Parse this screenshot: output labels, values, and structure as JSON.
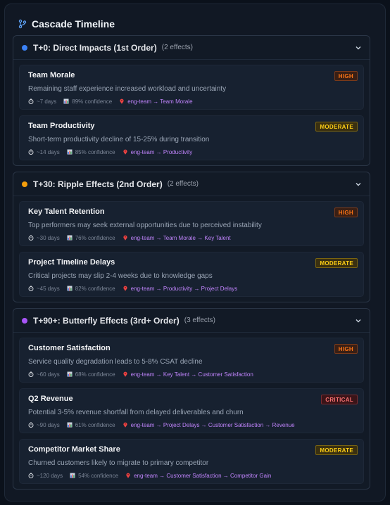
{
  "header": {
    "title": "Cascade Timeline",
    "icon": "branch-icon"
  },
  "sections": [
    {
      "title": "T+0: Direct Impacts (1st Order)",
      "count": "(2 effects)",
      "dot_color": "#3b82f6",
      "cards": [
        {
          "title": "Team Morale",
          "desc": "Remaining staff experience increased workload and uncertainty",
          "time": "~7 days",
          "confidence": "89% confidence",
          "path": "eng-team → Team Morale",
          "badge": "HIGH",
          "badge_type": "high"
        },
        {
          "title": "Team Productivity",
          "desc": "Short-term productivity decline of 15-25% during transition",
          "time": "~14 days",
          "confidence": "85% confidence",
          "path": "eng-team → Productivity",
          "badge": "MODERATE",
          "badge_type": "moderate"
        }
      ]
    },
    {
      "title": "T+30: Ripple Effects (2nd Order)",
      "count": "(2 effects)",
      "dot_color": "#f59e0b",
      "cards": [
        {
          "title": "Key Talent Retention",
          "desc": "Top performers may seek external opportunities due to perceived instability",
          "time": "~30 days",
          "confidence": "76% confidence",
          "path": "eng-team → Team Morale → Key Talent",
          "badge": "HIGH",
          "badge_type": "high"
        },
        {
          "title": "Project Timeline Delays",
          "desc": "Critical projects may slip 2-4 weeks due to knowledge gaps",
          "time": "~45 days",
          "confidence": "82% confidence",
          "path": "eng-team → Productivity → Project Delays",
          "badge": "MODERATE",
          "badge_type": "moderate"
        }
      ]
    },
    {
      "title": "T+90+: Butterfly Effects (3rd+ Order)",
      "count": "(3 effects)",
      "dot_color": "#a855f7",
      "cards": [
        {
          "title": "Customer Satisfaction",
          "desc": "Service quality degradation leads to 5-8% CSAT decline",
          "time": "~60 days",
          "confidence": "68% confidence",
          "path": "eng-team → Key Talent → Customer Satisfaction",
          "badge": "HIGH",
          "badge_type": "high"
        },
        {
          "title": "Q2 Revenue",
          "desc": "Potential 3-5% revenue shortfall from delayed deliverables and churn",
          "time": "~90 days",
          "confidence": "61% confidence",
          "path": "eng-team → Project Delays → Customer Satisfaction → Revenue",
          "badge": "CRITICAL",
          "badge_type": "critical"
        },
        {
          "title": "Competitor Market Share",
          "desc": "Churned customers likely to migrate to primary competitor",
          "time": "~120 days",
          "confidence": "54% confidence",
          "path": "eng-team → Customer Satisfaction → Competitor Gain",
          "badge": "MODERATE",
          "badge_type": "moderate"
        }
      ]
    }
  ]
}
